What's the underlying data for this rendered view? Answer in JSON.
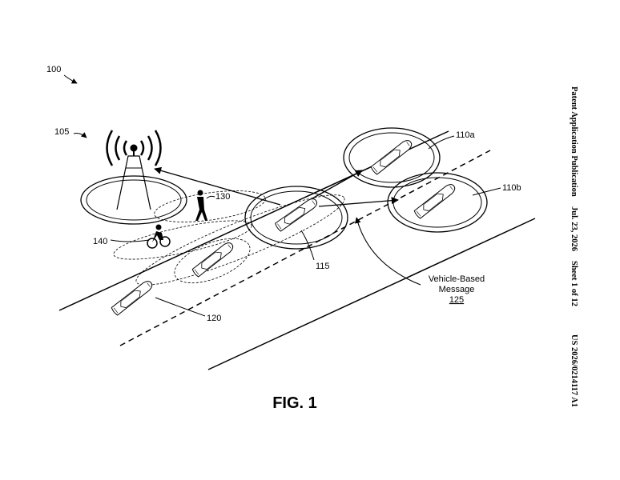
{
  "figure": {
    "title": "FIG. 1",
    "labels": {
      "system": "100",
      "tower": "105",
      "vehicle_a": "110a",
      "vehicle_b": "110b",
      "host_vehicle": "115",
      "other_vehicle": "120",
      "pedestrian": "130",
      "cyclist": "140"
    },
    "message_label": {
      "line1": "Vehicle-Based",
      "line2": "Message",
      "number": "125"
    }
  },
  "header": {
    "publication": "Patent Application Publication",
    "date": "Jul. 23, 2026",
    "sheet": "Sheet 1 of 12",
    "number": "US 2026/0214117 A1"
  }
}
